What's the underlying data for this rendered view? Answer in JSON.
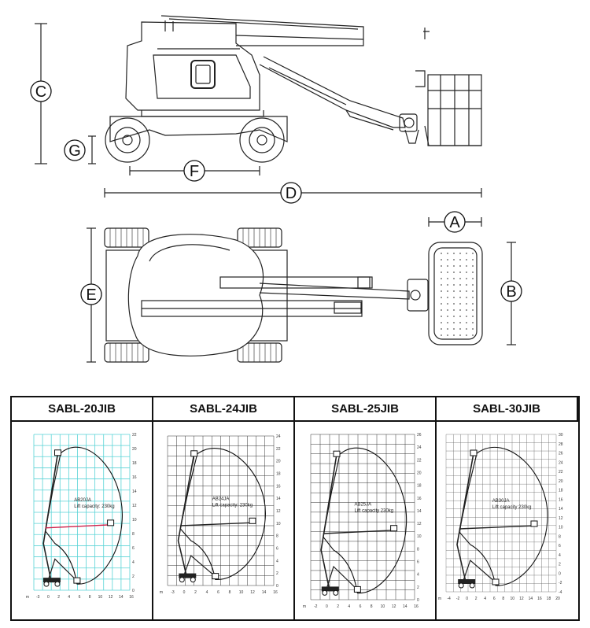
{
  "dimension_labels": {
    "a": "A",
    "b": "B",
    "c": "C",
    "d": "D",
    "e": "E",
    "f": "F",
    "g": "G"
  },
  "models": [
    {
      "name": "SABL-20JIB",
      "note_line1": "AB20JA",
      "note_line2": "Lift capacity: 230kg",
      "x_ticks": [
        "m",
        "-3",
        "0",
        "2",
        "4",
        "6",
        "8",
        "10",
        "12",
        "14",
        "16"
      ],
      "y_ticks": [
        "22",
        "20",
        "18",
        "16",
        "14",
        "12",
        "10",
        "8",
        "6",
        "4",
        "2",
        "0"
      ]
    },
    {
      "name": "SABL-24JIB",
      "note_line1": "AB24JA",
      "note_line2": "Lift capacity: 230kg",
      "x_ticks": [
        "m",
        "-3",
        "0",
        "2",
        "4",
        "6",
        "8",
        "10",
        "12",
        "14",
        "16"
      ],
      "y_ticks": [
        "24",
        "22",
        "20",
        "18",
        "16",
        "14",
        "12",
        "10",
        "8",
        "6",
        "4",
        "2",
        "0"
      ]
    },
    {
      "name": "SABL-25JIB",
      "note_line1": "AB25JA",
      "note_line2": "Lift capacity 230kg",
      "x_ticks": [
        "m",
        "-2",
        "0",
        "2",
        "4",
        "6",
        "8",
        "10",
        "12",
        "14",
        "16"
      ],
      "y_ticks": [
        "26",
        "24",
        "22",
        "20",
        "18",
        "16",
        "14",
        "12",
        "10",
        "8",
        "6",
        "4",
        "2",
        "0"
      ]
    },
    {
      "name": "SABL-30JIB",
      "note_line1": "AB30JA",
      "note_line2": "Lift capacity 230kg",
      "x_ticks": [
        "m",
        "-4",
        "-2",
        "0",
        "2",
        "4",
        "6",
        "8",
        "10",
        "12",
        "14",
        "16",
        "18",
        "20"
      ],
      "y_ticks": [
        "30",
        "28",
        "26",
        "24",
        "22",
        "20",
        "18",
        "16",
        "14",
        "12",
        "10",
        "8",
        "6",
        "4",
        "2",
        "0",
        "-2",
        "-4"
      ]
    }
  ],
  "colors": {
    "grid_cyan": "#59d3d6",
    "ink": "#111111",
    "accent_red": "#d0204a"
  }
}
